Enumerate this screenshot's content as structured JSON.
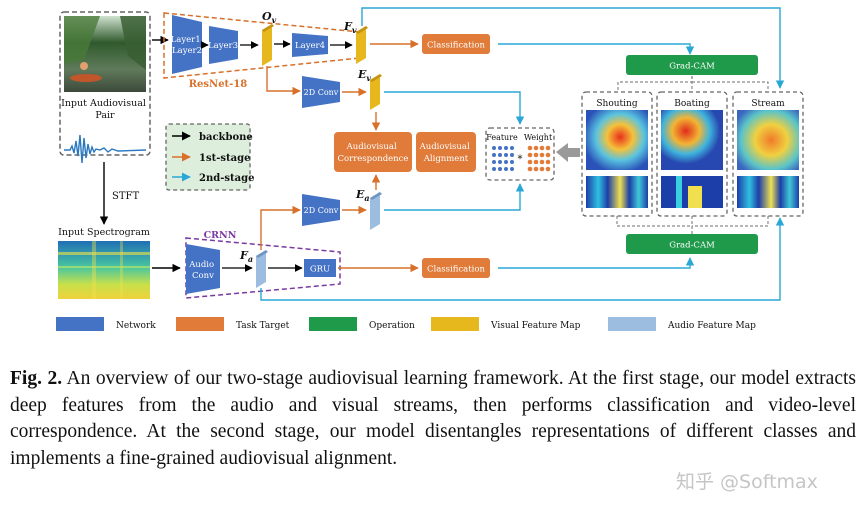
{
  "figure": {
    "inputs": {
      "audiovisual_pair": "Input Audiovisual\nPair",
      "stft": "STFT",
      "spectrogram": "Input Spectrogram"
    },
    "resnet": {
      "layer1": "Layer1\nLayer2",
      "layer3": "Layer3",
      "layer4": "Layer4",
      "name": "ResNet-18",
      "ov": "O",
      "ov_sub": "v"
    },
    "visual": {
      "fv": "F",
      "fv_sub": "v",
      "ev": "E",
      "ev_sub": "v",
      "conv2d": "2D Conv"
    },
    "audio": {
      "crnn": "CRNN",
      "audio_conv": "Audio\nConv",
      "fa": "F",
      "fa_sub": "a",
      "ea": "E",
      "ea_sub": "a",
      "conv2d": "2D Conv",
      "gru": "GRU"
    },
    "tasks": {
      "classification_top": "Classification",
      "classification_bottom": "Classification",
      "av_correspondence": "Audiovisual\nCorrespondence",
      "av_alignment": "Audiovisual\nAlignment"
    },
    "ops": {
      "gradcam_top": "Grad-CAM",
      "gradcam_bottom": "Grad-CAM"
    },
    "fw": {
      "feature": "Feature",
      "weight": "Weight",
      "star": "*"
    },
    "cam": {
      "classes": [
        "Shouting",
        "Boating",
        "Stream"
      ]
    },
    "arrow_legend": {
      "backbone": "backbone",
      "first_stage": "1st-stage",
      "second_stage": "2nd-stage"
    },
    "legend": {
      "network": "Network",
      "task_target": "Task Target",
      "operation": "Operation",
      "visual_feature_map": "Visual Feature Map",
      "audio_feature_map": "Audio Feature Map"
    },
    "colors": {
      "network": "#4472c4",
      "task": "#e07b3a",
      "operation": "#1e9a4a",
      "visual_map": "#e6b81e",
      "audio_map": "#9dbde0",
      "backbone_arrow": "#000000",
      "first_stage_arrow": "#d9702a",
      "second_stage_arrow": "#2aa7d6"
    }
  },
  "caption": {
    "label": "Fig. 2.",
    "text": " An overview of our two-stage audiovisual learning framework. At the first stage, our model extracts deep features from the audio and visual streams, then performs classification and video-level correspondence. At the second stage, our model disentangles representations of different classes and implements a fine-grained audiovisual alignment."
  },
  "watermark": "知乎 @Softmax"
}
